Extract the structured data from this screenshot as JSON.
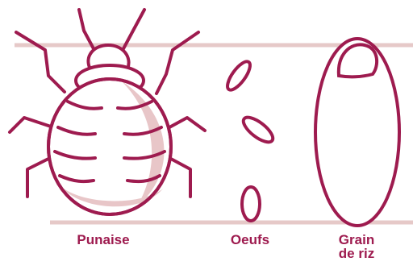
{
  "labels": {
    "bug": "Punaise",
    "eggs": "Oeufs",
    "rice_line1": "Grain",
    "rice_line2": "de riz"
  },
  "colors": {
    "stroke": "#9e1b4f",
    "label": "#9e1b4f",
    "shade": "#e8c6c8",
    "guide_line": "#e6c9c8",
    "background": "#ffffff"
  },
  "icons": [
    "bed-bug-icon",
    "eggs-icon",
    "rice-grain-icon"
  ]
}
